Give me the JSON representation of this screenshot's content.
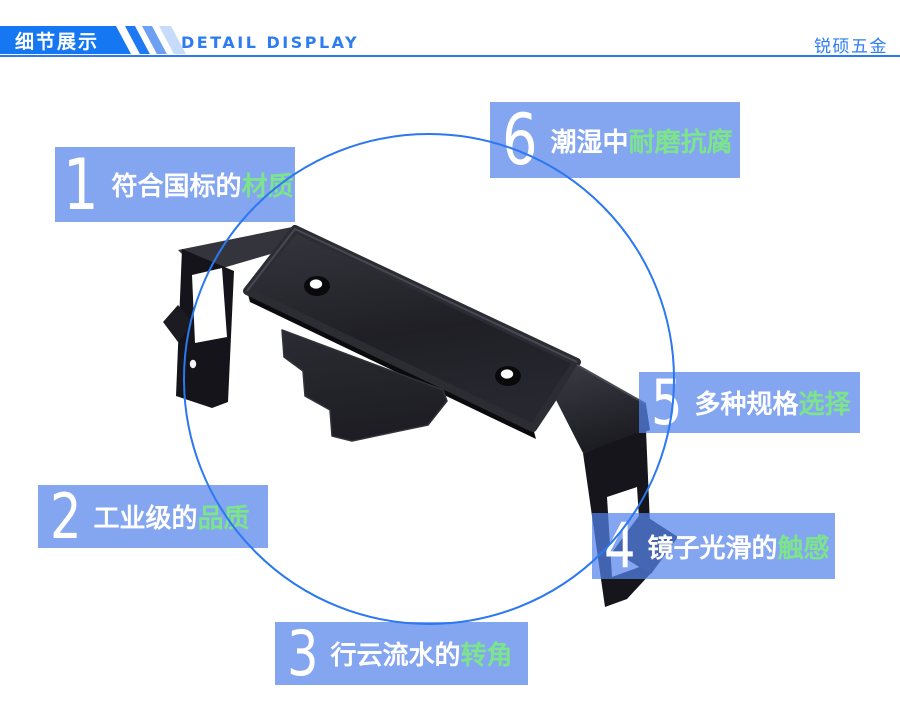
{
  "header": {
    "badge": "细节展示",
    "subtitle": "DETAIL DISPLAY",
    "brand": "锐硕五金"
  },
  "callouts": [
    {
      "number": "1",
      "text": "符合国标的",
      "highlight": "材质"
    },
    {
      "number": "2",
      "text": "工业级的",
      "highlight": "品质"
    },
    {
      "number": "3",
      "text": "行云流水的",
      "highlight": "转角"
    },
    {
      "number": "4",
      "text": "镜子光滑的",
      "highlight": "触感"
    },
    {
      "number": "5",
      "text": "多种规格",
      "highlight": "选择"
    },
    {
      "number": "6",
      "text": "潮湿中",
      "highlight": "耐磨抗腐"
    }
  ],
  "colors": {
    "accent_blue": "#1677F2",
    "callout_bg_over_white": "#84A5EF",
    "highlight_green": "#7CE48C",
    "circle_stroke": "#2B78F0",
    "product_black": "#1A1A20"
  }
}
